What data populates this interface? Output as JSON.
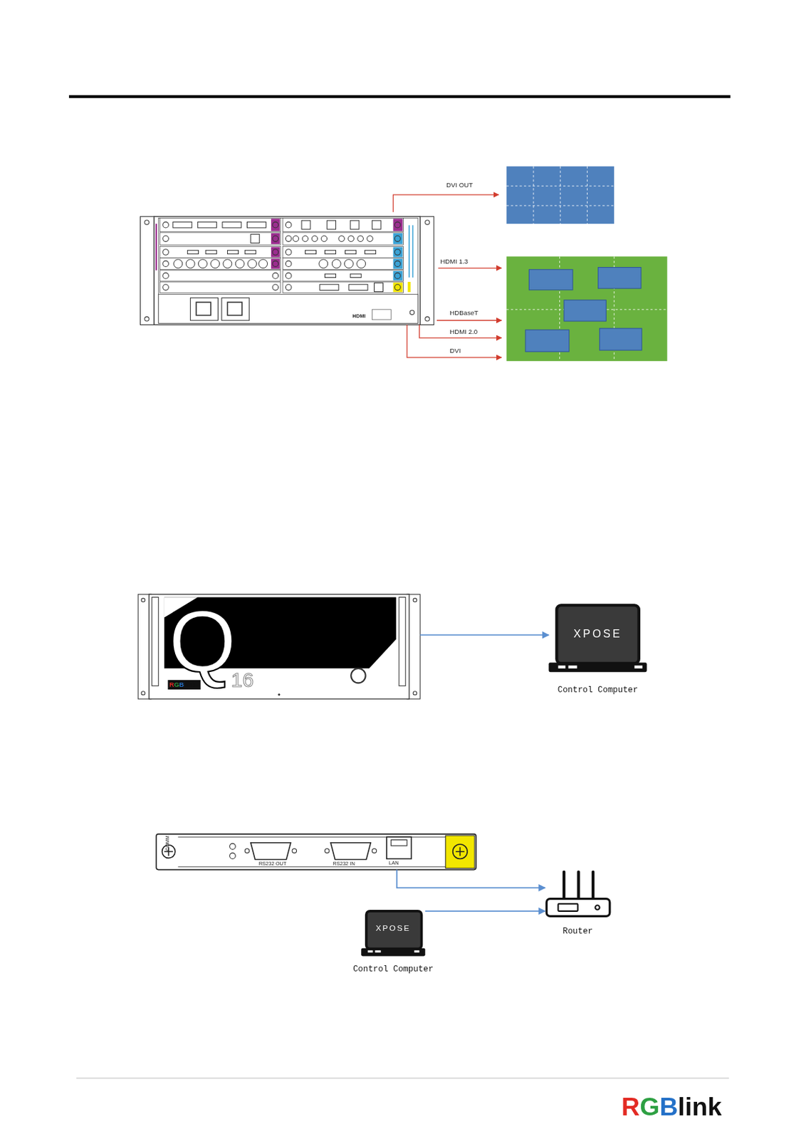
{
  "diagram": {
    "nodes": [
      {
        "text": [
          "Q",
          "16",
          "RGBlink"
        ]
      },
      {
        "text": [
          "XPOSE",
          "Control Computer"
        ]
      },
      {
        "text": [
          "COMM",
          "RS232 OUT",
          "RS232 IN",
          "LAN"
        ]
      },
      {
        "text": [
          "Router"
        ]
      },
      {
        "text": [
          "XPOSE",
          "Control Computer"
        ]
      }
    ],
    "edges": [
      {
        "from": 0,
        "to": 1,
        "arrow": "to"
      },
      {
        "from": 2,
        "to": 3,
        "arrow": "to"
      },
      {
        "from": 4,
        "to": 3,
        "arrow": "to"
      }
    ],
    "labels": [
      "DVI OUT",
      "HDMI 1.3",
      "HDBaseT",
      "HDMI 2.0",
      "DVI",
      "HDMI",
      "RGBlink"
    ]
  }
}
